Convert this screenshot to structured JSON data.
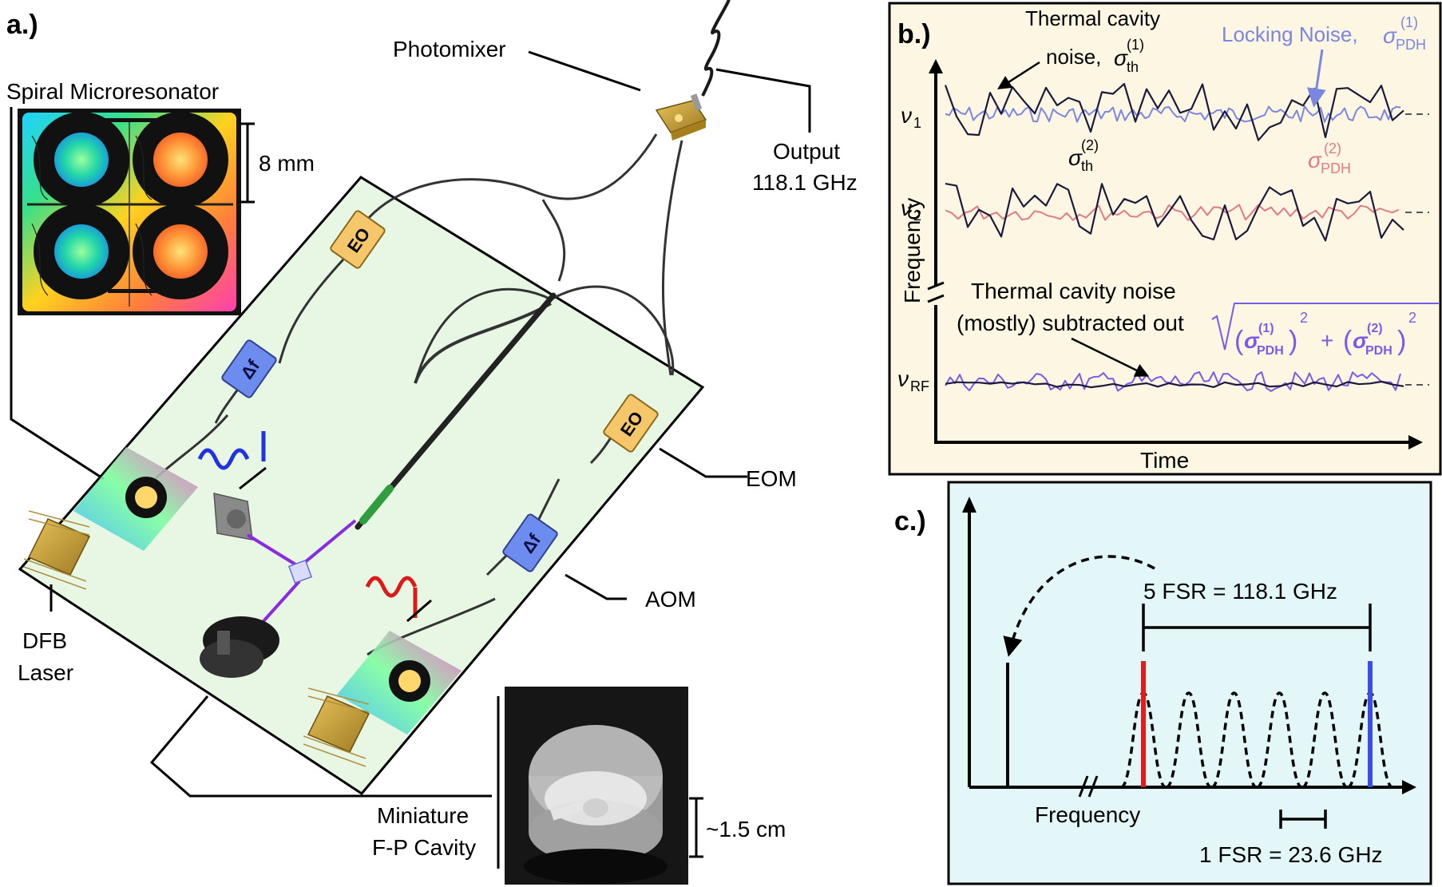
{
  "panel_a": {
    "label": "a.)",
    "spiral_label": "Spiral Microresonator",
    "scale_8mm": "8 mm",
    "photomixer": "Photomixer",
    "output_line1": "Output",
    "output_line2": "118.1 GHz",
    "eom": "EOM",
    "aom": "AOM",
    "dfb_line1": "DFB",
    "dfb_line2": "Laser",
    "cavity_line1": "Miniature",
    "cavity_line2": "F-P Cavity",
    "scale_15cm": "~1.5 cm",
    "eo_tag": "EO",
    "df_tag": "Δf"
  },
  "panel_b": {
    "label": "b.)",
    "thermal_title": "Thermal cavity",
    "thermal_noise_prefix": "noise, ",
    "sigma": "σ",
    "sub_th": "th",
    "sup_1": "(1)",
    "sup_2": "(2)",
    "locking_noise": "Locking Noise, ",
    "sub_pdh": "PDH",
    "nu": "ν",
    "sub_1": "1",
    "sub_2": "2",
    "sub_rf": "RF",
    "ylabel": "Frequency",
    "xlabel": "Time",
    "subtracted_line1": "Thermal cavity noise",
    "subtracted_line2": "(mostly) subtracted out",
    "sqrt_sup": "2",
    "plus": "+",
    "colors": {
      "thermal": "#1c1a3c",
      "lock1": "#7b86e0",
      "lock2": "#e07b86",
      "rf": "#7a5be6"
    }
  },
  "panel_c": {
    "label": "c.)",
    "fsr5": "5 FSR = 118.1 GHz",
    "xlabel": "Frequency",
    "fsr1": "1 FSR = 23.6 GHz",
    "colors": {
      "red": "#e81b1b",
      "blue": "#3c4df0"
    }
  }
}
